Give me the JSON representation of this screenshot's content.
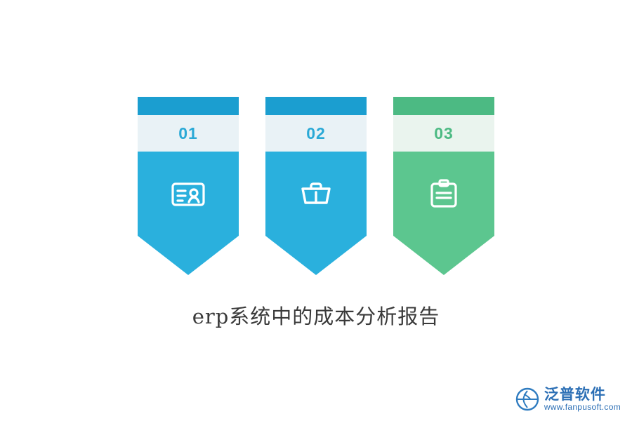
{
  "caption": "erp系统中的成本分析报告",
  "banners": [
    {
      "number": "01",
      "icon": "contact-card-icon",
      "top_color": "#1b9ed0",
      "num_bg": "#e9f2f6",
      "num_color": "#2aa9d6",
      "body_color": "#2ab0dd"
    },
    {
      "number": "02",
      "icon": "shopping-basket-icon",
      "top_color": "#1b9ed0",
      "num_bg": "#e9f2f6",
      "num_color": "#2aa9d6",
      "body_color": "#2ab0dd"
    },
    {
      "number": "03",
      "icon": "clipboard-notes-icon",
      "top_color": "#4cba83",
      "num_bg": "#eaf4ee",
      "num_color": "#4cba83",
      "body_color": "#5cc68f"
    }
  ],
  "watermark": {
    "name": "泛普软件",
    "url": "www.fanpusoft.com",
    "brand_color": "#2c6fb5",
    "logo_color": "#2f7cc0"
  }
}
